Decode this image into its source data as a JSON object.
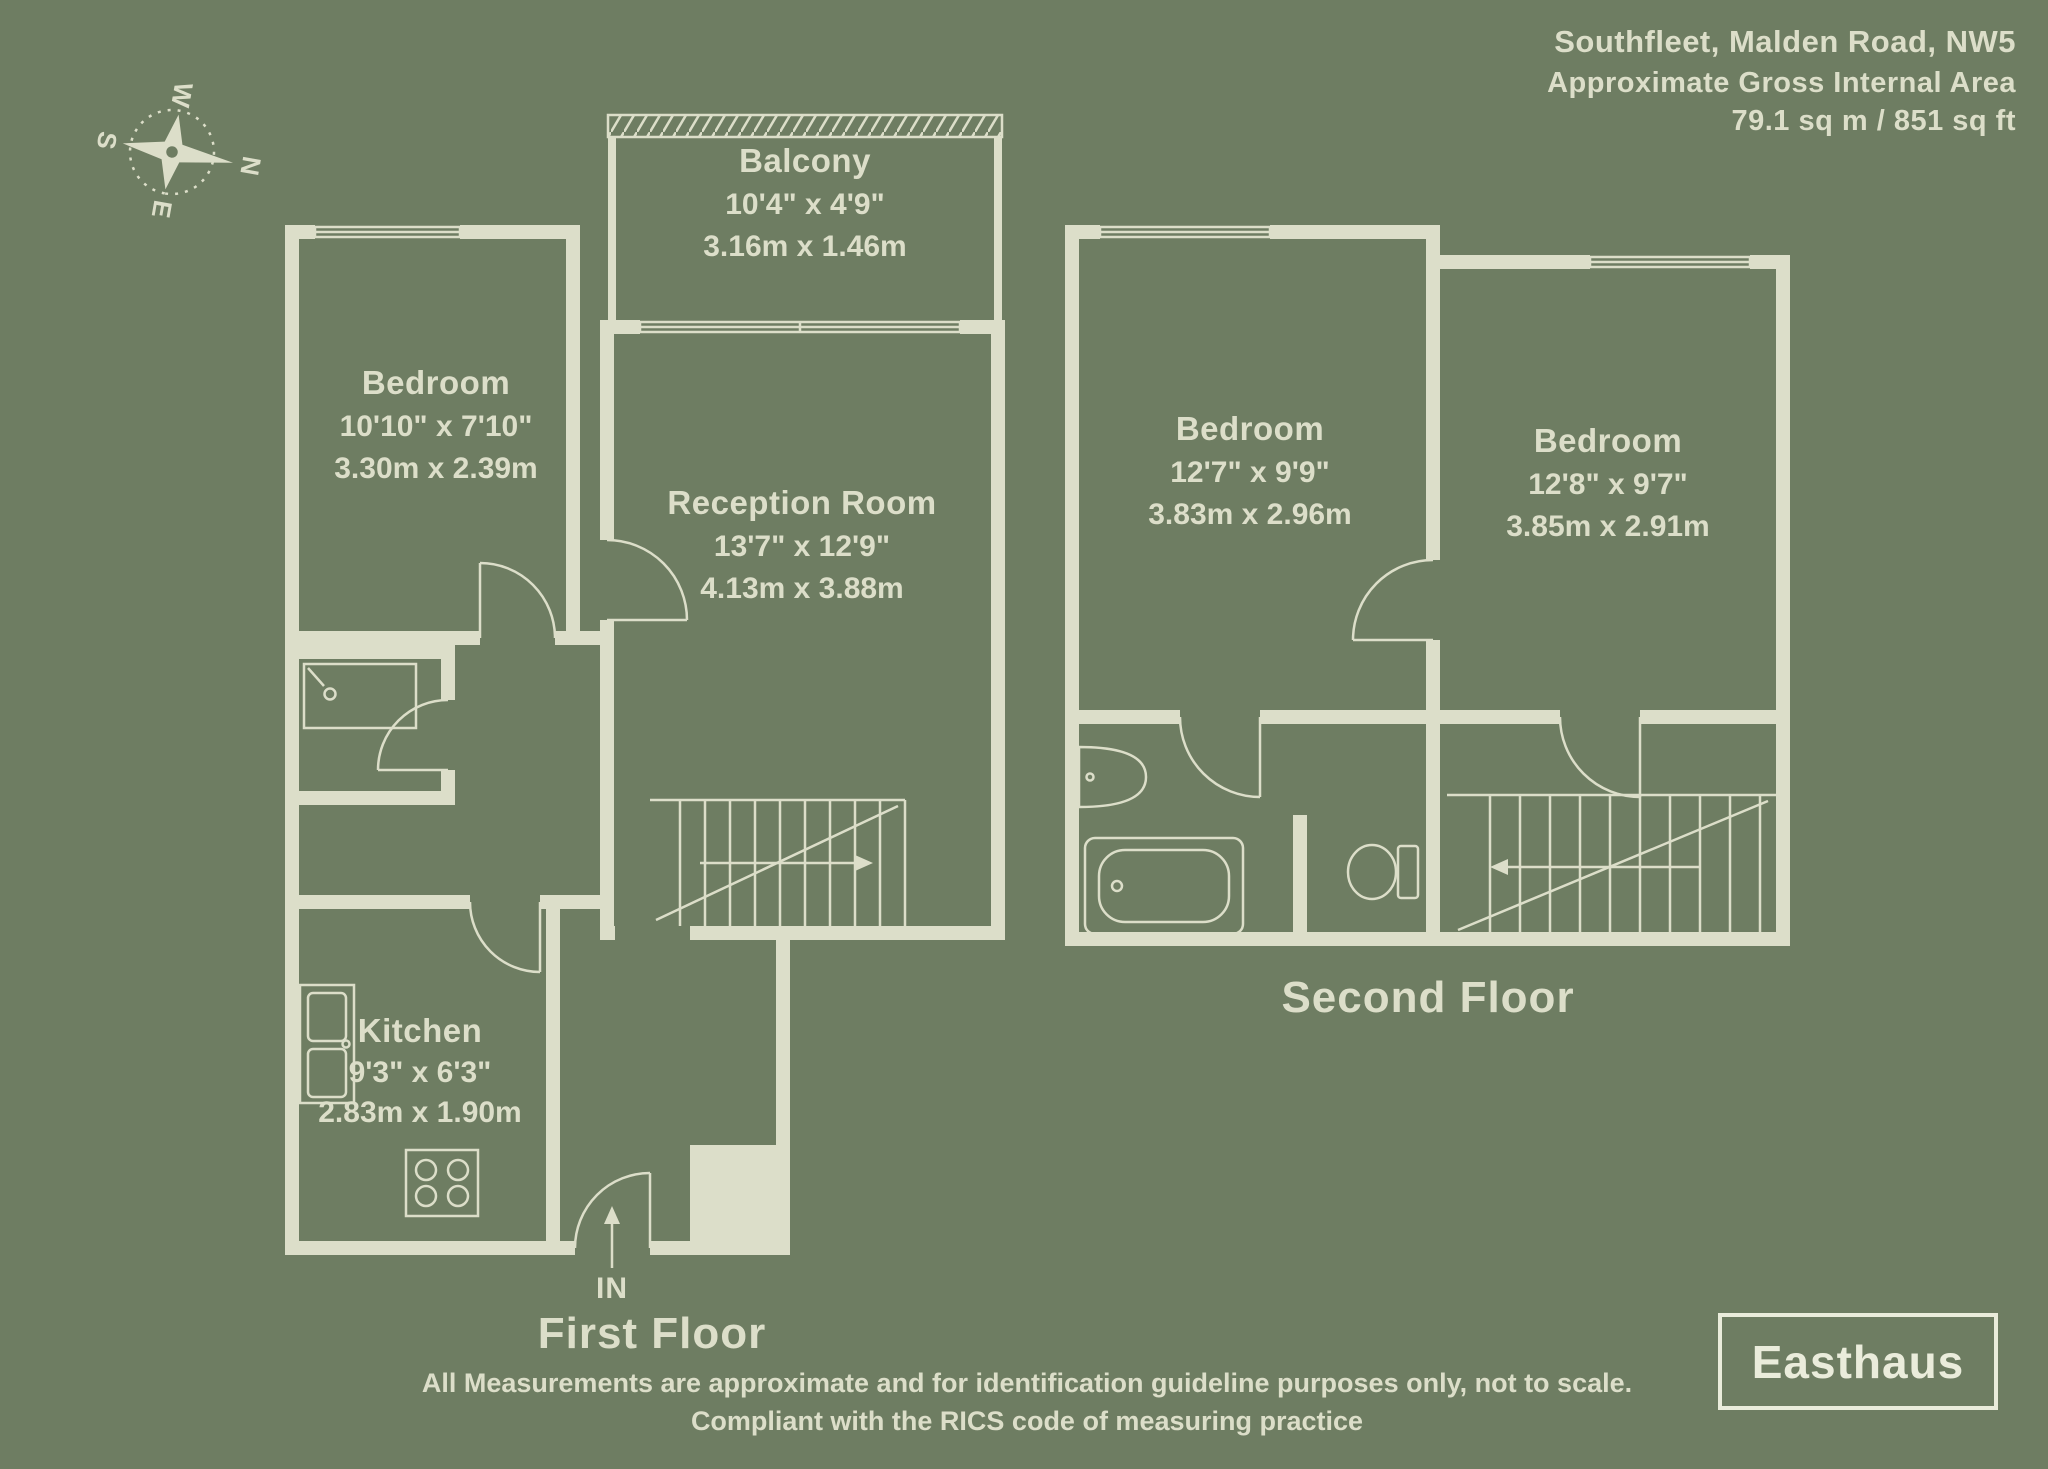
{
  "colors": {
    "background": "#6E7D62",
    "ink": "#DCDEC9",
    "logo_ink": "#EAECDB"
  },
  "header": {
    "address": "Southfleet, Malden Road, NW5",
    "area_label": "Approximate Gross Internal Area",
    "area_value": "79.1 sq m / 851 sq ft"
  },
  "compass": {
    "north": "N",
    "east": "E",
    "south": "S",
    "west": "W"
  },
  "first_floor": {
    "floor_label": "First Floor",
    "entrance_label": "IN",
    "balcony": {
      "name": "Balcony",
      "imperial": "10'4\" x 4'9\"",
      "metric": "3.16m x 1.46m"
    },
    "bedroom": {
      "name": "Bedroom",
      "imperial": "10'10\" x 7'10\"",
      "metric": "3.30m x 2.39m"
    },
    "reception": {
      "name": "Reception Room",
      "imperial": "13'7\" x 12'9\"",
      "metric": "4.13m x 3.88m"
    },
    "kitchen": {
      "name": "Kitchen",
      "imperial": "9'3\" x 6'3\"",
      "metric": "2.83m x 1.90m"
    }
  },
  "second_floor": {
    "floor_label": "Second Floor",
    "bedroom_left": {
      "name": "Bedroom",
      "imperial": "12'7\" x 9'9\"",
      "metric": "3.83m x 2.96m"
    },
    "bedroom_right": {
      "name": "Bedroom",
      "imperial": "12'8\" x 9'7\"",
      "metric": "3.85m x 2.91m"
    }
  },
  "disclaimer": {
    "line1": "All Measurements are approximate and for identification guideline purposes only, not to scale.",
    "line2": "Compliant with the RICS code of measuring practice"
  },
  "brand": {
    "name": "Easthaus"
  }
}
